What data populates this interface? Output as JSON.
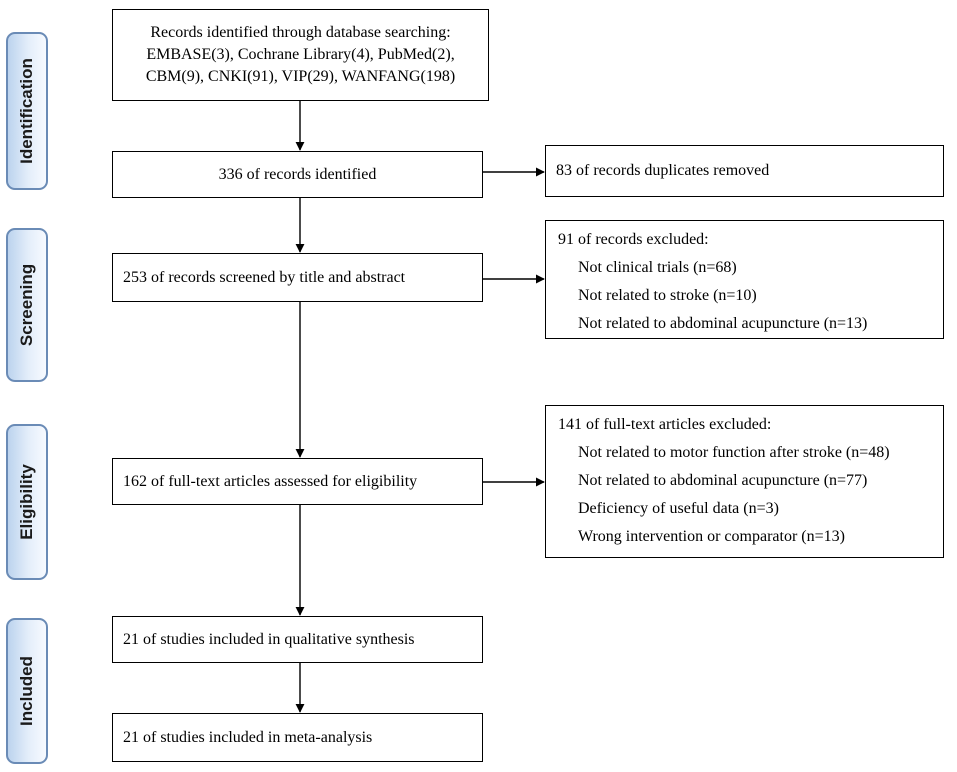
{
  "phases": {
    "identification": "Identification",
    "screening": "Screening",
    "eligibility": "Eligibility",
    "included": "Included"
  },
  "boxes": {
    "search_line1": "Records identified through database searching:",
    "search_line2": "EMBASE(3), Cochrane Library(4), PubMed(2),",
    "search_line3": "CBM(9), CNKI(91), VIP(29), WANFANG(198)",
    "identified": "336 of records identified",
    "duplicates": "83 of records duplicates removed",
    "screened": "253 of records screened by title and abstract",
    "excluded_screen": {
      "header": "91 of records excluded:",
      "items": [
        "Not clinical trials (n=68)",
        "Not related to stroke (n=10)",
        "Not related to abdominal acupuncture (n=13)"
      ]
    },
    "fulltext": "162 of full-text articles assessed for eligibility",
    "excluded_fulltext": {
      "header": "141 of full-text articles excluded:",
      "items": [
        "Not related to motor function after stroke (n=48)",
        "Not related to abdominal acupuncture (n=77)",
        "Deficiency of useful data (n=3)",
        "Wrong intervention or comparator (n=13)"
      ]
    },
    "qualitative": "21 of studies included in qualitative synthesis",
    "meta": "21 of studies included in meta-analysis"
  },
  "colors": {
    "phase_border": "#6a8bb6",
    "phase_fill": "#bcd3ee",
    "line": "#000000"
  }
}
